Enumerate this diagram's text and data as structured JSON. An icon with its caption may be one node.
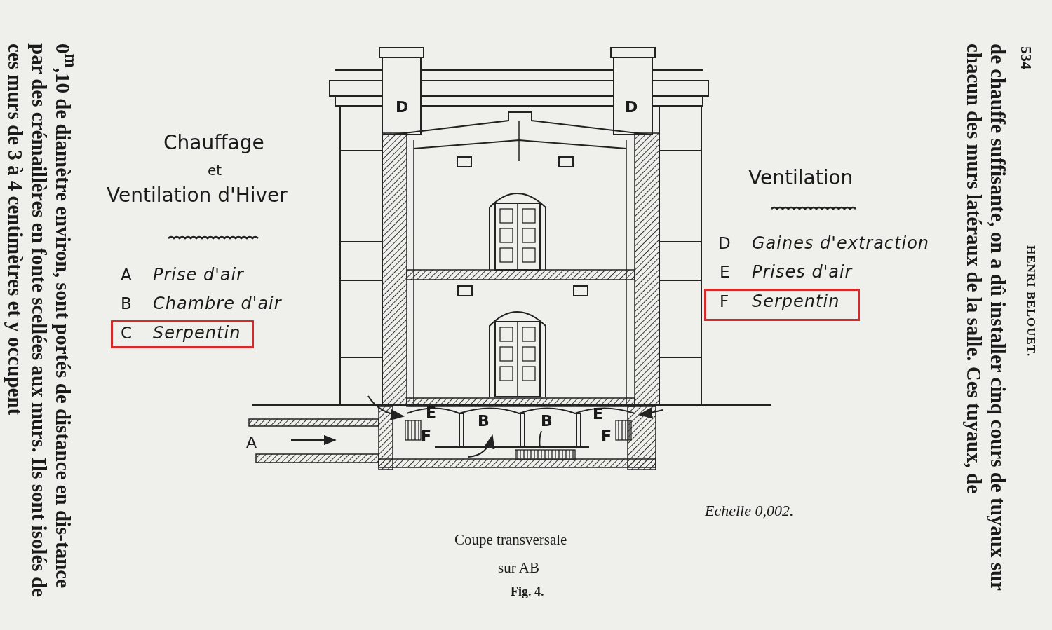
{
  "diagram": {
    "labels": [
      "0$^{m}$,10 de diamètre environ, sont portés de distance en dis-tance par des crémaillères en fonte scellées aux murs. Ils sont isolés de ces murs de 3 à 4 centimètres et y occupent",
      "Chauffage",
      "et",
      "Ventilation d'Hiver",
      "A",
      "Prise d'air",
      "B",
      "Chambre d'air",
      "C",
      "Serpentin",
      "D",
      "D",
      "Ventilation",
      "D",
      "Gaines d'extraction",
      "E",
      "Prises d'air",
      "F",
      "Serpentin",
      "E",
      "B",
      "B",
      "E",
      "A",
      "F",
      "F",
      "Echelle 0,002.",
      "Coupe transversale",
      "sur AB",
      "Fig. 4.",
      "de chauffe suffisante, on a dû installer cinq cours de tuyaux sur chacun des murs latéraux de la salle. Ces tuyaux, de",
      "534",
      "HENRI BELOUET."
    ]
  }
}
